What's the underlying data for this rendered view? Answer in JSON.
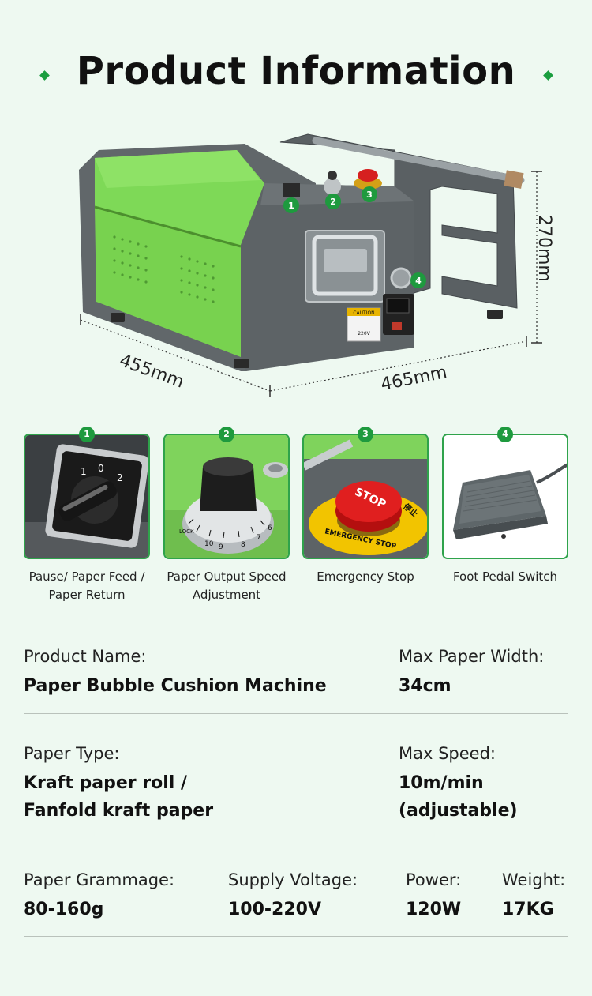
{
  "header": {
    "title": "Product Information"
  },
  "dimensions": {
    "depth": "455mm",
    "width": "465mm",
    "height": "270mm"
  },
  "machine_label": {
    "caution": "CAUTION",
    "voltage": "220V"
  },
  "callouts": [
    "1",
    "2",
    "3",
    "4"
  ],
  "features": [
    {
      "number": "1",
      "caption_line1": "Pause/ Paper Feed /",
      "caption_line2": "Paper Return",
      "dial_marks": [
        "1",
        "0",
        "2"
      ]
    },
    {
      "number": "2",
      "caption_line1": "Paper Output Speed",
      "caption_line2": "Adjustment",
      "knob_marks": [
        "10",
        "9",
        "8",
        "7",
        "6",
        "LOCK"
      ]
    },
    {
      "number": "3",
      "caption_line1": "Emergency Stop",
      "caption_line2": "",
      "button_text": "STOP",
      "ring_text": "EMERGENCY STOP",
      "ring_cn": "停止"
    },
    {
      "number": "4",
      "caption_line1": "Foot Pedal Switch",
      "caption_line2": ""
    }
  ],
  "specs": {
    "product_name": {
      "label": "Product Name:",
      "value": "Paper Bubble Cushion Machine"
    },
    "max_paper_width": {
      "label": "Max Paper Width:",
      "value": "34cm"
    },
    "paper_type": {
      "label": "Paper Type:",
      "value_line1": "Kraft paper roll /",
      "value_line2": "Fanfold kraft paper"
    },
    "max_speed": {
      "label": "Max Speed:",
      "value_line1": "10m/min",
      "value_line2": "(adjustable)"
    },
    "paper_grammage": {
      "label": "Paper Grammage:",
      "value": "80-160g"
    },
    "supply_voltage": {
      "label": "Supply Voltage:",
      "value": "100-220V"
    },
    "power": {
      "label": "Power:",
      "value": "120W"
    },
    "weight": {
      "label": "Weight:",
      "value": "17KG"
    }
  },
  "colors": {
    "accent": "#1e9a3e",
    "machine_green": "#7ed957",
    "machine_body": "#5d6366",
    "background": "#eef9f1"
  }
}
